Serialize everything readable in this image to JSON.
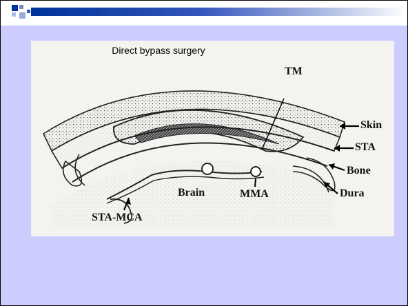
{
  "slide": {
    "background": "#ccccff",
    "accent": "#003399"
  },
  "figure": {
    "title": "Direct bypass surgery",
    "labels": {
      "tm": "TM",
      "skin": "Skin",
      "sta": "STA",
      "bone": "Bone",
      "brain": "Brain",
      "mma": "MMA",
      "dura": "Dura",
      "sta_mca": "STA-MCA"
    }
  }
}
